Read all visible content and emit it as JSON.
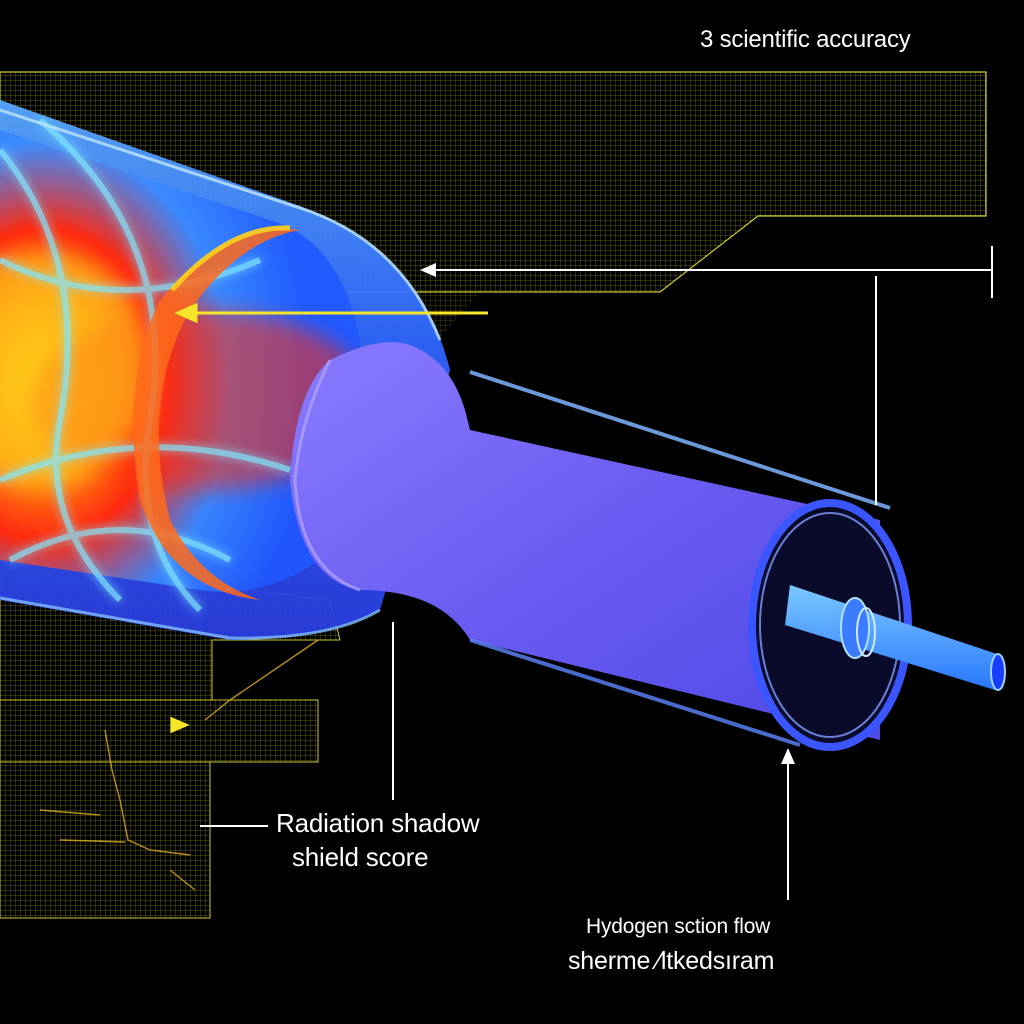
{
  "header": {
    "text": "3 scientific accuracy"
  },
  "callouts": {
    "shield": {
      "line1": "Radiation shadow",
      "line2": "shield score"
    },
    "flow": {
      "line1": "Hydogen sction flow",
      "line2": "sherme ⁄ltkedsıram"
    }
  },
  "colors": {
    "background": "#000000",
    "grid": "#c8c832",
    "tube_blue": "#3a6cff",
    "tube_violet": "#6a5cf0",
    "hot_core": "#ff2a10",
    "warm_ring": "#ffd21a",
    "callout_line": "#ffffff",
    "arrow_yellow": "#f5e62a"
  }
}
